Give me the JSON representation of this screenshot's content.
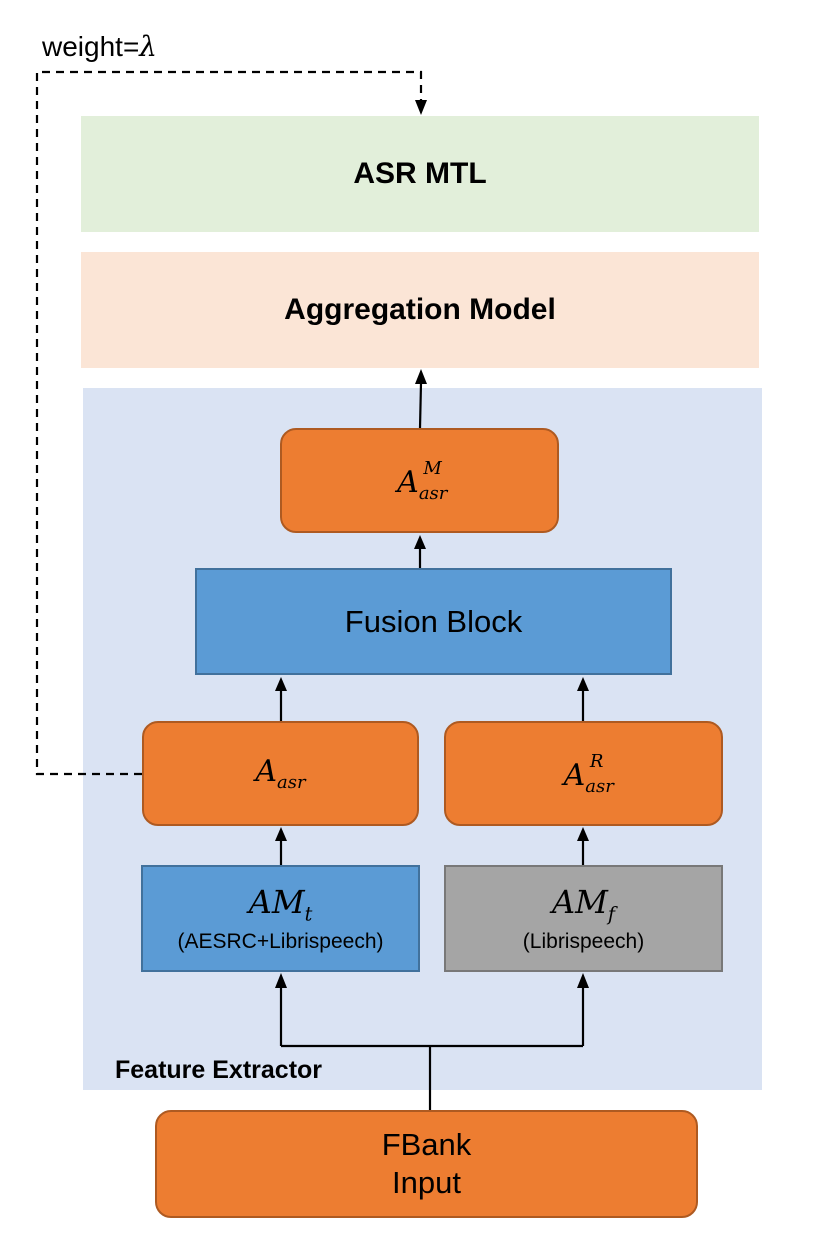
{
  "feedback_label": "weight=",
  "feedback_symbol": "λ",
  "asr_mtl": "ASR MTL",
  "aggregation_model": "Aggregation Model",
  "feature_extractor": "Feature Extractor",
  "a_asr_m": {
    "base": "A",
    "sub": "asr",
    "sup": "M"
  },
  "fusion_block": "Fusion Block",
  "a_asr": {
    "base": "A",
    "sub": "asr"
  },
  "a_asr_r": {
    "base": "A",
    "sub": "asr",
    "sup": "R"
  },
  "am_t": {
    "base": "AM",
    "sub": "t",
    "label": "(AESRC+Librispeech)"
  },
  "am_f": {
    "base": "AM",
    "sub": "f",
    "label": "(Librispeech)"
  },
  "input": {
    "line1": "FBank",
    "line2": "Input"
  },
  "colors": {
    "asr_mtl_bg": "#E2EFDA",
    "aggregation_bg": "#FBE5D6",
    "feature_extractor_bg": "#DAE3F3",
    "orange": "#ED7D31",
    "blue": "#5B9BD5",
    "gray": "#A5A5A5"
  }
}
